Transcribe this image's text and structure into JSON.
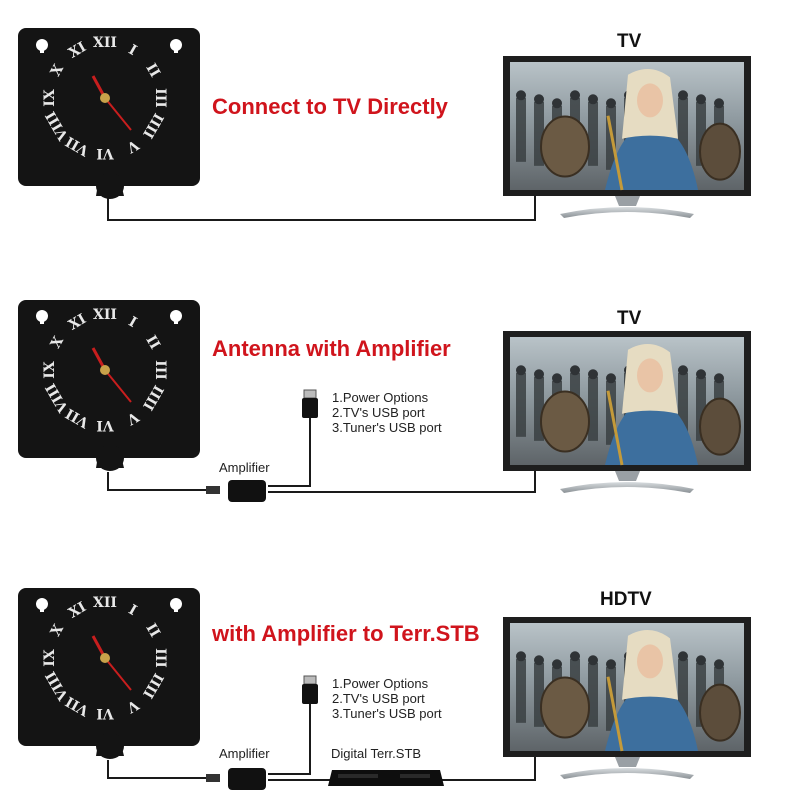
{
  "panels": [
    {
      "heading": "Connect to TV Directly",
      "tv_label": "TV",
      "has_amplifier": false,
      "has_stb": false
    },
    {
      "heading": "Antenna with Amplifier",
      "tv_label": "TV",
      "has_amplifier": true,
      "has_stb": false,
      "amplifier_label": "Amplifier",
      "power_options": [
        "1.Power Options",
        "2.TV's USB port",
        "3.Tuner's USB port"
      ]
    },
    {
      "heading": "with Amplifier to Terr.STB",
      "tv_label": "HDTV",
      "has_amplifier": true,
      "has_stb": true,
      "amplifier_label": "Amplifier",
      "stb_label": "Digital Terr.STB",
      "power_options": [
        "1.Power Options",
        "2.TV's USB port",
        "3.Tuner's USB port"
      ]
    }
  ],
  "clock_numerals": [
    "XII",
    "I",
    "II",
    "III",
    "IIII",
    "V",
    "VI",
    "VII",
    "VIII",
    "IX",
    "X",
    "XI"
  ],
  "colors": {
    "heading": "#d0141c",
    "antenna": "#141414",
    "cable": "#1a1a1a",
    "numeral": "#e8e8e8",
    "hand": "#c81e1e"
  }
}
